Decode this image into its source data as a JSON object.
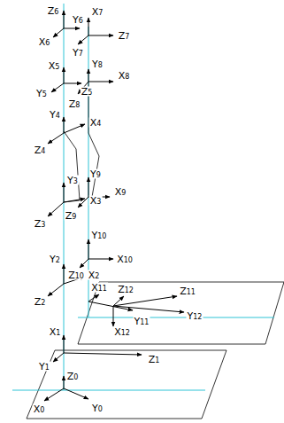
{
  "diagram": {
    "labels": [
      "Z6",
      "Y6",
      "X7",
      "X6",
      "Y7",
      "Z7",
      "X5",
      "Y8",
      "Y5",
      "Z5",
      "X8",
      "Y4",
      "X4",
      "Z4",
      "Z8",
      "Y9",
      "X9",
      "Y3",
      "Z9",
      "Z3",
      "X3",
      "Y10",
      "Y2",
      "Z10",
      "X10",
      "X2",
      "Z2",
      "X11",
      "Z12",
      "Z11",
      "Y11",
      "Y12",
      "X1",
      "X12",
      "Y1",
      "Z1",
      "Z0",
      "X0",
      "Y0"
    ]
  }
}
